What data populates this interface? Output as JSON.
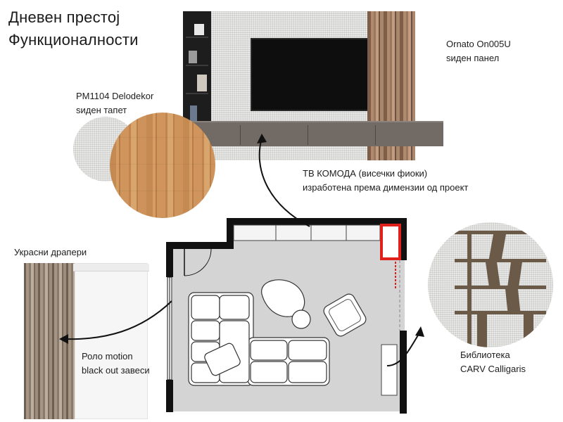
{
  "title": {
    "line1": "Дневен престој",
    "line2": "Функционалности"
  },
  "labels": {
    "panel_name": "Ornato On005U",
    "panel_desc": "sиден панел",
    "wallpaper_name": "PM1104 Delodekor",
    "wallpaper_desc": "sиден тапет",
    "tv_line1": "ТВ КОМОДА (висечки фиоки)",
    "tv_line2": "изработена према димензии од проект",
    "drapes": "Украсни драпери",
    "blinds_line1": "Роло motion",
    "blinds_line2": "black out завеси",
    "library_line1": "Библиотека",
    "library_line2": "CARV Calligaris"
  },
  "colors": {
    "wall_fill": "#d4d4d4",
    "cabinet_highlight": "#e0201c",
    "tv_unit": "#716a65",
    "shelf_metal": "#6b5a48"
  }
}
